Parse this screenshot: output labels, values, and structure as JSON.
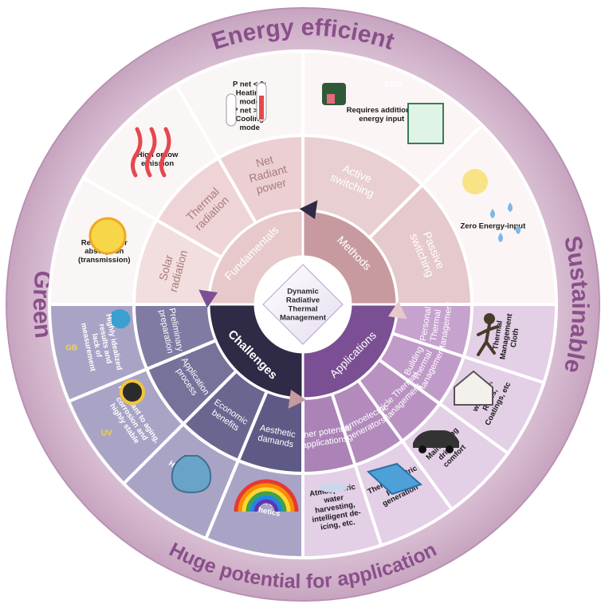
{
  "outer": {
    "top": "Energy efficient",
    "right": "Sustainable",
    "bottom": "Huge potential for application",
    "left": "Green"
  },
  "center": {
    "title_lines": [
      "Dynamic",
      "Radiative",
      "Thermal",
      "Management"
    ]
  },
  "quadrants": [
    {
      "name": "Fundamentals",
      "color": "#f0dada",
      "categories": [
        {
          "label_lines": [
            "Solar",
            "radiation"
          ],
          "detail_lines": [
            "Reflection or",
            "absorption",
            "(transmission)"
          ],
          "icon": "sun-icon"
        },
        {
          "label_lines": [
            "Thermal",
            "radiation"
          ],
          "detail_lines": [
            "High or low",
            "emission"
          ],
          "icon": "heat-waves-icon"
        },
        {
          "label_lines": [
            "Net",
            "Radiant",
            "power"
          ],
          "detail_lines": [
            "P net < 0:",
            "Heating",
            "mode",
            "P net > 0:",
            "Cooling",
            "mode"
          ],
          "icon": "thermometer-icon"
        }
      ]
    },
    {
      "name": "Methods",
      "color": "#e6c8ca",
      "categories": [
        {
          "label_lines": [
            "Active",
            "switching"
          ],
          "detail_lines": [
            "Requires additional",
            "energy input"
          ],
          "icon": "power-switch-icon",
          "badge": "220v"
        },
        {
          "label_lines": [
            "Passive",
            "switching"
          ],
          "detail_lines": [
            "Zero Energy-input"
          ],
          "icon": "sun-rain-icon"
        }
      ]
    },
    {
      "name": "Applications",
      "color": "#c9a6d0",
      "categories": [
        {
          "label_lines": [
            "Personal",
            "Thermal",
            "Management"
          ],
          "detail_lines": [
            "Thermal",
            "Management",
            "Cloth"
          ],
          "icon": "runner-icon"
        },
        {
          "label_lines": [
            "Building",
            "Thermal",
            "Management"
          ],
          "detail_lines": [
            "Smart",
            "windows,",
            "Roofs,",
            "Coatings, etc"
          ],
          "icon": "house-icon"
        },
        {
          "label_lines": [
            "Vehicle Thermal",
            "Management"
          ],
          "detail_lines": [
            "Maintaining",
            "driving",
            "comfort"
          ],
          "icon": "car-icon"
        },
        {
          "label_lines": [
            "Thermoelectric",
            "generators"
          ],
          "detail_lines": [
            "Thermoelectric",
            "power",
            "generation"
          ],
          "icon": "thermoelectric-icon"
        },
        {
          "label_lines": [
            "Other potential",
            "applications"
          ],
          "detail_lines": [
            "Atmospheric",
            "water",
            "harvesting,",
            "intelligent de-",
            "icing, etc."
          ],
          "icon": "water-icon"
        }
      ]
    },
    {
      "name": "Challenges",
      "color": "#6b6388",
      "categories": [
        {
          "label_lines": [
            "Aesthetic",
            "damands"
          ],
          "detail_lines": [
            "Lack of",
            "aesthetics"
          ],
          "icon": "rainbow-icon"
        },
        {
          "label_lines": [
            "Economic",
            "benefits"
          ],
          "detail_lines": [
            "Higher costs"
          ],
          "icon": "money-bag-icon"
        },
        {
          "label_lines": [
            "Application",
            "process"
          ],
          "detail_lines": [
            "Resistant to aging,",
            "corrosion and",
            "highly stable"
          ],
          "icon": "uv-icon",
          "badge": "UV"
        },
        {
          "label_lines": [
            "Preliminary",
            "preparation"
          ],
          "detail_lines": [
            "Highly idealized",
            "results and",
            "lack of",
            "measurement"
          ],
          "icon": "world-map-icon",
          "badge": "GB"
        }
      ]
    }
  ]
}
